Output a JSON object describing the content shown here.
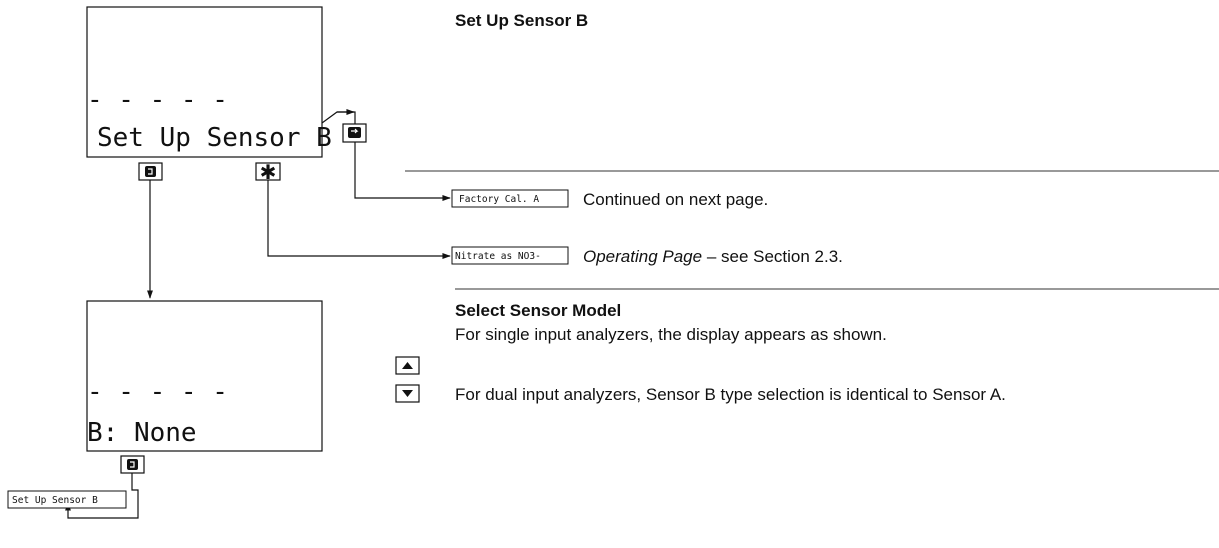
{
  "display_top": {
    "dashes": "- - - - -",
    "label": "Set Up Sensor B"
  },
  "display_bottom": {
    "dashes": "- - - - -",
    "label": "B: None"
  },
  "chips": {
    "factory_cal": "Factory Cal. A",
    "nitrate": "Nitrate as NO3-",
    "return_setup": "Set Up Sensor B"
  },
  "section_setup": {
    "title": "Set Up Sensor B"
  },
  "continued_text": "Continued on next page.",
  "operating_page": {
    "italic": "Operating Page",
    "rest": " – see Section 2.3."
  },
  "section_select": {
    "title": "Select Sensor Model",
    "line1": "For single input analyzers, the display appears as shown.",
    "line2": "For dual input analyzers, Sensor B type selection is identical to Sensor A."
  },
  "icons": [
    "enter-key-icon",
    "star-key-icon",
    "advance-key-icon",
    "up-arrow-key-icon",
    "down-arrow-key-icon"
  ]
}
